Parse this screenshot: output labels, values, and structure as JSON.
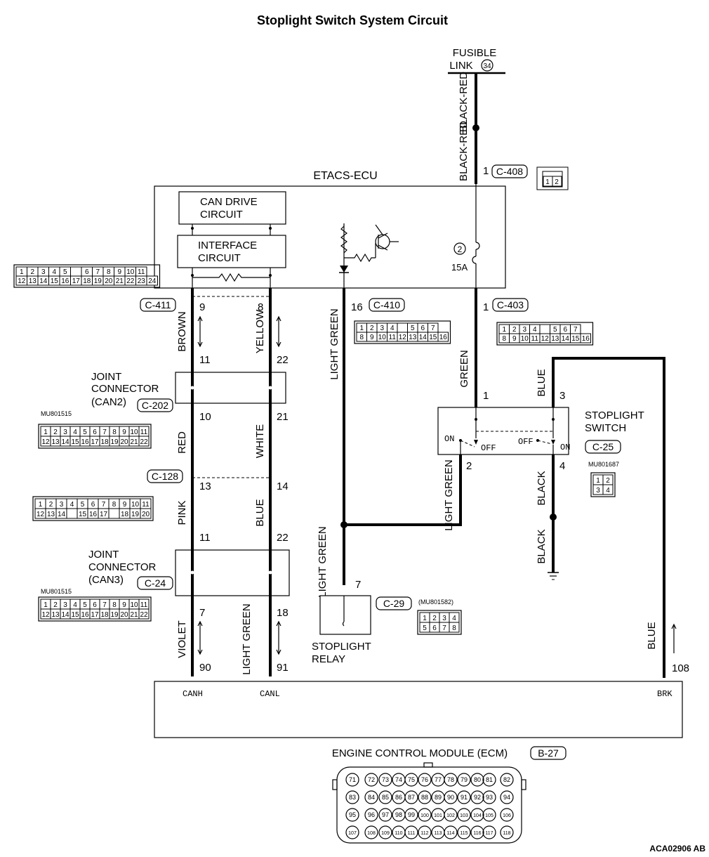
{
  "title": "Stoplight Switch System Circuit",
  "figure_code": "ACA02906 AB",
  "fusible_link": {
    "label1": "FUSIBLE",
    "label2": "LINK",
    "number": "34"
  },
  "wire_colors": {
    "black_red": "BLACK-RED",
    "brown": "BROWN",
    "yellow": "YELLOW",
    "light_green": "LIGHT GREEN",
    "green": "GREEN",
    "blue": "BLUE",
    "red": "RED",
    "white": "WHITE",
    "pink": "PINK",
    "violet": "VIOLET",
    "black": "BLACK"
  },
  "etacs": {
    "label": "ETACS-ECU",
    "can_drive": [
      "CAN DRIVE",
      "CIRCUIT"
    ],
    "interface": [
      "INTERFACE",
      "CIRCUIT"
    ],
    "fuse_num": "2",
    "fuse_amp": "15A"
  },
  "connectors": {
    "c408": "C-408",
    "c411": "C-411",
    "c410": "C-410",
    "c403": "C-403",
    "c202": "C-202",
    "c128": "C-128",
    "c24": "C-24",
    "c25": "C-25",
    "c29": "C-29",
    "b27": "B-27"
  },
  "pins": {
    "p1a": "1",
    "p9": "9",
    "p8": "8",
    "p16": "16",
    "p1b": "1",
    "p11a": "11",
    "p22a": "22",
    "p10": "10",
    "p21": "21",
    "p13": "13",
    "p14": "14",
    "p11b": "11",
    "p22b": "22",
    "p7a": "7",
    "p18": "18",
    "p90": "90",
    "p91": "91",
    "p7b": "7",
    "p1c": "1",
    "p3": "3",
    "p2": "2",
    "p4": "4",
    "p108": "108"
  },
  "joint_can2": [
    "JOINT",
    "CONNECTOR",
    "(CAN2)"
  ],
  "joint_can3": [
    "JOINT",
    "CONNECTOR",
    "(CAN3)"
  ],
  "stoplight_switch": {
    "label1": "STOPLIGHT",
    "label2": "SWITCH",
    "on": "ON",
    "off": "OFF",
    "part": "MU801687"
  },
  "stoplight_relay": {
    "label1": "STOPLIGHT",
    "label2": "RELAY",
    "part": "(MU801582)"
  },
  "part_mu801515": "MU801515",
  "ecm": {
    "label": "ENGINE CONTROL MODULE (ECM)",
    "canh": "CANH",
    "canl": "CANL",
    "brk": "BRK"
  },
  "connector_faces": {
    "c408": [
      [
        "1",
        "2"
      ]
    ],
    "etacs24": [
      [
        "1",
        "2",
        "3",
        "4",
        "5",
        "",
        "6",
        "7",
        "8",
        "9",
        "10",
        "11"
      ],
      [
        "12",
        "13",
        "14",
        "15",
        "16",
        "17",
        "18",
        "19",
        "20",
        "21",
        "22",
        "23",
        "24"
      ]
    ],
    "c410": [
      [
        "1",
        "2",
        "3",
        "4",
        "",
        "5",
        "6",
        "7"
      ],
      [
        "8",
        "9",
        "10",
        "11",
        "12",
        "13",
        "14",
        "15",
        "16"
      ]
    ],
    "c403": [
      [
        "1",
        "2",
        "3",
        "4",
        "",
        "5",
        "6",
        "7"
      ],
      [
        "8",
        "9",
        "10",
        "11",
        "12",
        "13",
        "14",
        "15",
        "16"
      ]
    ],
    "mu801515": [
      [
        "1",
        "2",
        "3",
        "4",
        "5",
        "6",
        "7",
        "8",
        "9",
        "10",
        "11"
      ],
      [
        "12",
        "13",
        "14",
        "15",
        "16",
        "17",
        "18",
        "19",
        "20",
        "21",
        "22"
      ]
    ],
    "c128": [
      [
        "1",
        "2",
        "3",
        "4",
        "5",
        "6",
        "7",
        "8",
        "9",
        "10",
        "11"
      ],
      [
        "12",
        "13",
        "14",
        "",
        "15",
        "16",
        "17",
        "",
        "18",
        "19",
        "20"
      ]
    ],
    "c25": [
      [
        "1",
        "2"
      ],
      [
        "3",
        "4"
      ]
    ],
    "c29": [
      [
        "1",
        "2",
        "3",
        "4"
      ],
      [
        "5",
        "6",
        "7",
        "8"
      ]
    ],
    "ecm": [
      [
        "71",
        "72",
        "73",
        "74",
        "75",
        "76",
        "77",
        "78",
        "79",
        "80",
        "81",
        "82"
      ],
      [
        "83",
        "84",
        "85",
        "86",
        "87",
        "88",
        "89",
        "90",
        "91",
        "92",
        "93",
        "94"
      ],
      [
        "95",
        "96",
        "97",
        "98",
        "99",
        "100",
        "101",
        "102",
        "103",
        "104",
        "105",
        "106"
      ],
      [
        "107",
        "108",
        "109",
        "110",
        "111",
        "112",
        "113",
        "114",
        "115",
        "116",
        "117",
        "118"
      ]
    ]
  }
}
